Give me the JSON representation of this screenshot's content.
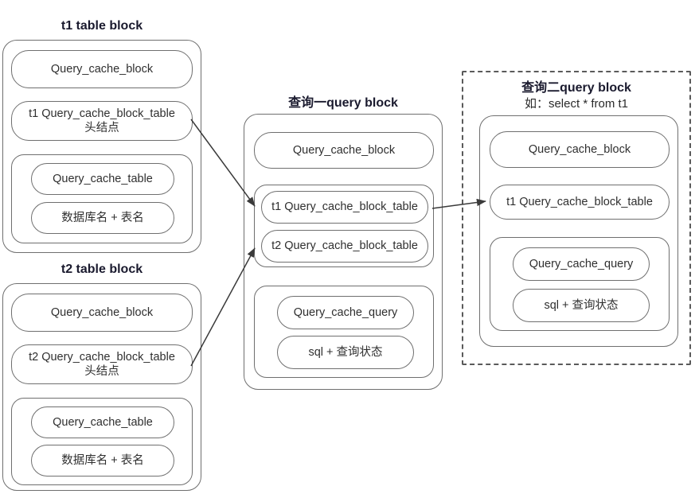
{
  "diagram": {
    "title_t1": "t1 table block",
    "title_t2": "t2 table block",
    "title_query1": "查询一query block",
    "title_query2": "查询二query block",
    "subtitle_query2": "如：select * from t1"
  },
  "labels": {
    "query_cache_block": "Query_cache_block",
    "query_cache_table": "Query_cache_table",
    "query_cache_query": "Query_cache_query",
    "db_plus_table": "数据库名 + 表名",
    "sql_plus_status": "sql + 查询状态",
    "head_node": "头结点",
    "t1_block_table": "t1 Query_cache_block_table",
    "t2_block_table": "t2 Query_cache_block_table"
  },
  "t1_block": {
    "title": "t1 table block",
    "row_cache_block": "Query_cache_block",
    "row_head_main": "t1 Query_cache_block_table",
    "row_head_sub": "头结点",
    "group_table": "Query_cache_table",
    "group_db_table": "数据库名 + 表名"
  },
  "t2_block": {
    "title": "t2 table block",
    "row_cache_block": "Query_cache_block",
    "row_head_main": "t2 Query_cache_block_table",
    "row_head_sub": "头结点",
    "group_table": "Query_cache_table",
    "group_db_table": "数据库名 + 表名"
  },
  "query1_block": {
    "title": "查询一query block",
    "row_cache_block": "Query_cache_block",
    "row_t1": "t1 Query_cache_block_table",
    "row_t2": "t2 Query_cache_block_table",
    "group_query": "Query_cache_query",
    "group_sql": "sql + 查询状态"
  },
  "query2_block": {
    "title": "查询二query block",
    "subtitle": "如：select * from t1",
    "row_cache_block": "Query_cache_block",
    "row_t1": "t1 Query_cache_block_table",
    "group_query": "Query_cache_query",
    "group_sql": "sql + 查询状态"
  },
  "connections": [
    {
      "name": "t1-head-to-query1-t1",
      "from": "t1 table block head node",
      "to": "查询一 t1 Query_cache_block_table"
    },
    {
      "name": "t2-head-to-query1-t2",
      "from": "t2 table block head node",
      "to": "查询一 t2 Query_cache_block_table"
    },
    {
      "name": "query1-t1-to-query2-t1",
      "from": "查询一 t1 Query_cache_block_table",
      "to": "查询二 t1 Query_cache_block_table"
    }
  ],
  "colors": {
    "box_border": "#6f6f6f",
    "dashed_border": "#5a5a5a",
    "title_text": "#1a1a2e",
    "body_text": "#2f2f2f",
    "arrow": "#3a3a3a",
    "background": "#ffffff"
  }
}
